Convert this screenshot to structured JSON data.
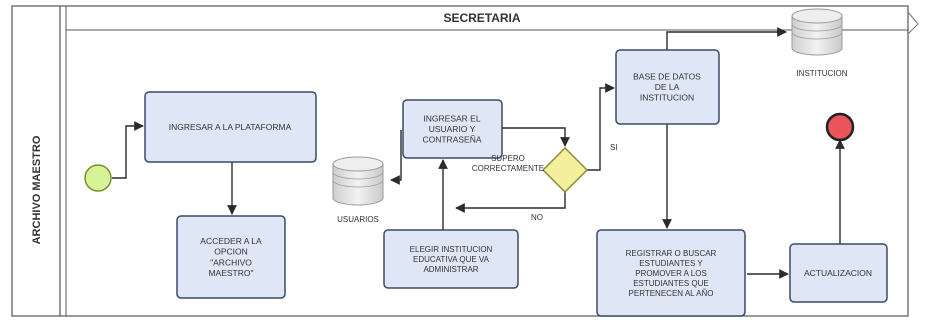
{
  "pool": {
    "lane_label": "ARCHIVO MAESTRO",
    "header": "SECRETARIA"
  },
  "nodes": {
    "task_ingresar_plataforma": [
      "INGRESAR A LA PLATAFORMA"
    ],
    "task_acceder_opcion": [
      "ACCEDER A LA",
      "OPCION",
      "\"ARCHIVO",
      "MAESTRO\""
    ],
    "task_ingresar_usuario": [
      "INGRESAR EL",
      "USUARIO Y",
      "CONTRASEÑA"
    ],
    "task_elegir_institucion": [
      "ELEGIR INSTITUCION",
      "EDUCATIVA QUE VA",
      "ADMINISTRAR"
    ],
    "task_base_datos": [
      "BASE DE DATOS",
      "DE LA",
      "INSTITUCION"
    ],
    "task_registrar_estudiantes": [
      "REGISTRAR O BUSCAR",
      "ESTUDIANTES Y",
      "PROMOVER A LOS",
      "ESTUDIANTES QUE",
      "PERTENECEN AL AÑO"
    ],
    "task_actualizacion": [
      "ACTUALIZACION"
    ],
    "store_usuarios": "USUARIOS",
    "store_institucion": "INSTITUCION"
  },
  "gateway": {
    "question": "SUPERO CORRECTAMENTE",
    "yes": "SI",
    "no": "NO"
  },
  "colors": {
    "task_fill": "#dfe6f5",
    "task_stroke": "#3a4a6a",
    "start_fill": "#d8f29a",
    "end_fill": "#e9555a",
    "gateway_fill": "#f4ef9c",
    "store_fill": "#e6e6e6",
    "line": "#2b2b2b"
  }
}
